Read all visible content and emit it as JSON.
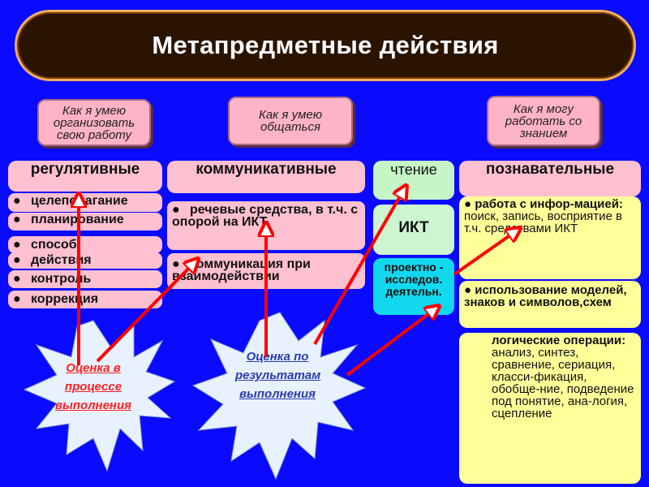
{
  "title": "Метапредметные действия",
  "headers": {
    "organize": "Как я умею организовать свою работу",
    "communicate": "Как я умею общаться",
    "knowledge": "Как я могу работать со знанием"
  },
  "columns": {
    "regulative": {
      "title": "регулятивные",
      "items": [
        "целеполагание",
        "планирование",
        "способ",
        "действия",
        "контроль",
        "коррекция"
      ]
    },
    "communicative": {
      "title": "коммуникативные",
      "items": [
        "речевые средства, в т.ч. с опорой на ИКТ",
        "коммуникация при взаимодействии"
      ]
    },
    "reading": {
      "title": "чтение",
      "ikt": "ИКТ",
      "project": "проектно - исследов. деятельн."
    },
    "cognitive": {
      "title": "познавательные",
      "item1_head": "работа с инфор-мацией:",
      "item1_body": "поиск, запись, восприятие в т.ч. средствами ИКТ",
      "item2": "использование моделей, знаков и символов,схем",
      "item3_head": "логические операции:",
      "item3_body": "анализ, синтез, сравнение, сериация, класси-фикация, обобще-ние, подведение под понятие, ана-логия, сцепление"
    }
  },
  "stars": {
    "process": "Оценка в процессе выполнения",
    "result": "Оценка по результатам выполнения"
  },
  "colors": {
    "background": "#0a0aff",
    "title_bg": "#2a1400",
    "pink": "#ffc0d0",
    "green": "#c6f5c6",
    "cyan": "#12d8ef",
    "yellow": "#ffff99",
    "arrow": "#ff0000",
    "star": "#e8f2ff"
  }
}
